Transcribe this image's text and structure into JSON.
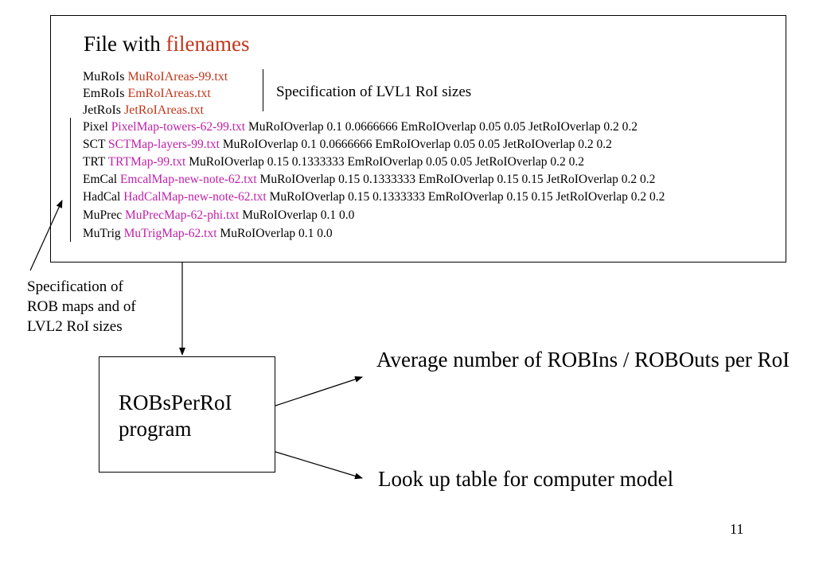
{
  "file_box": {
    "title_plain": "File with ",
    "title_accent": "filenames",
    "lvl1_lines": [
      {
        "label": "MuRoIs",
        "file": "MuRoIAreas-99.txt"
      },
      {
        "label": "EmRoIs",
        "file": "EmRoIAreas.txt"
      },
      {
        "label": "JetRoIs",
        "file": "JetRoIAreas.txt"
      }
    ],
    "lvl1_spec": "Specification of LVL1 RoI sizes",
    "rob_lines": [
      {
        "label": "Pixel",
        "file": "PixelMap-towers-62-99.txt",
        "params": "MuRoIOverlap 0.1 0.0666666 EmRoIOverlap 0.05 0.05 JetRoIOverlap 0.2 0.2"
      },
      {
        "label": "SCT",
        "file": "SCTMap-layers-99.txt",
        "params": "MuRoIOverlap 0.1 0.0666666 EmRoIOverlap 0.05 0.05 JetRoIOverlap 0.2 0.2"
      },
      {
        "label": "TRT",
        "file": "TRTMap-99.txt",
        "params": "MuRoIOverlap 0.15 0.1333333 EmRoIOverlap 0.05 0.05 JetRoIOverlap 0.2 0.2"
      },
      {
        "label": "EmCal",
        "file": "EmcalMap-new-note-62.txt",
        "params": "MuRoIOverlap 0.15 0.1333333 EmRoIOverlap 0.15 0.15 JetRoIOverlap 0.2 0.2"
      },
      {
        "label": "HadCal",
        "file": "HadCalMap-new-note-62.txt",
        "params": "MuRoIOverlap 0.15 0.1333333 EmRoIOverlap 0.15 0.15 JetRoIOverlap 0.2 0.2"
      },
      {
        "label": "MuPrec",
        "file": "MuPrecMap-62-phi.txt",
        "params": "MuRoIOverlap 0.1 0.0"
      },
      {
        "label": "MuTrig",
        "file": "MuTrigMap-62.txt",
        "params": "MuRoIOverlap 0.1 0.0"
      }
    ]
  },
  "rob_spec": "Specification of ROB maps and of LVL2 RoI sizes",
  "program": "ROBsPerRoI program",
  "outputs": {
    "average": "Average number of ROBIns / ROBOuts per RoI",
    "lookup": "Look up table for computer model"
  },
  "page_number": "11",
  "colors": {
    "accent_red": "#c0361a",
    "accent_magenta": "#c020a8"
  }
}
